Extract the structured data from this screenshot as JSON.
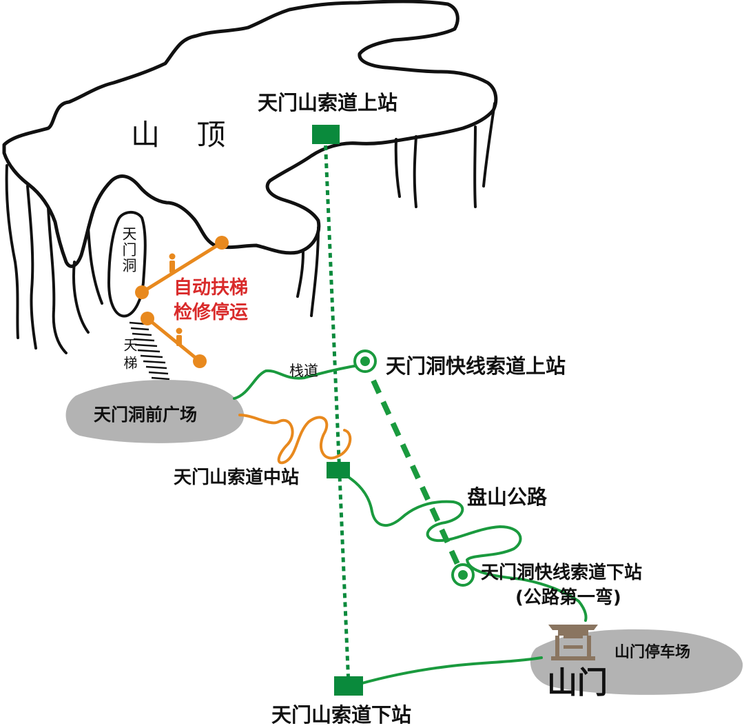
{
  "colors": {
    "cliff_outline": "#111111",
    "cable_car": "#0a8a3c",
    "road_green": "#1a9a3e",
    "escalator_orange": "#e8891e",
    "plaza_gray": "#b3b3b3",
    "notice_red": "#d92b2b",
    "gate_brown": "#8a7560"
  },
  "labels": {
    "summit": "山 顶",
    "upper_station": "天门山索道上站",
    "cave": "天门洞",
    "escalator_notice_line1": "自动扶梯",
    "escalator_notice_line2": "检修停运",
    "sky_ladder": "天梯",
    "plank_road": "栈道",
    "express_upper_station": "天门洞快线索道上站",
    "cave_plaza": "天门洞前广场",
    "middle_station": "天门山索道中站",
    "mountain_road": "盘山公路",
    "express_lower_station": "天门洞快线索道下站",
    "express_lower_note": "(公路第一弯)",
    "gate_parking": "山门停车场",
    "gate": "山门",
    "lower_station": "天门山索道下站"
  },
  "icons": {
    "station_square": "cable-station-square-icon",
    "station_circle": "express-station-circle-icon",
    "escalator": "escalator-icon",
    "gate": "mountain-gate-icon"
  }
}
